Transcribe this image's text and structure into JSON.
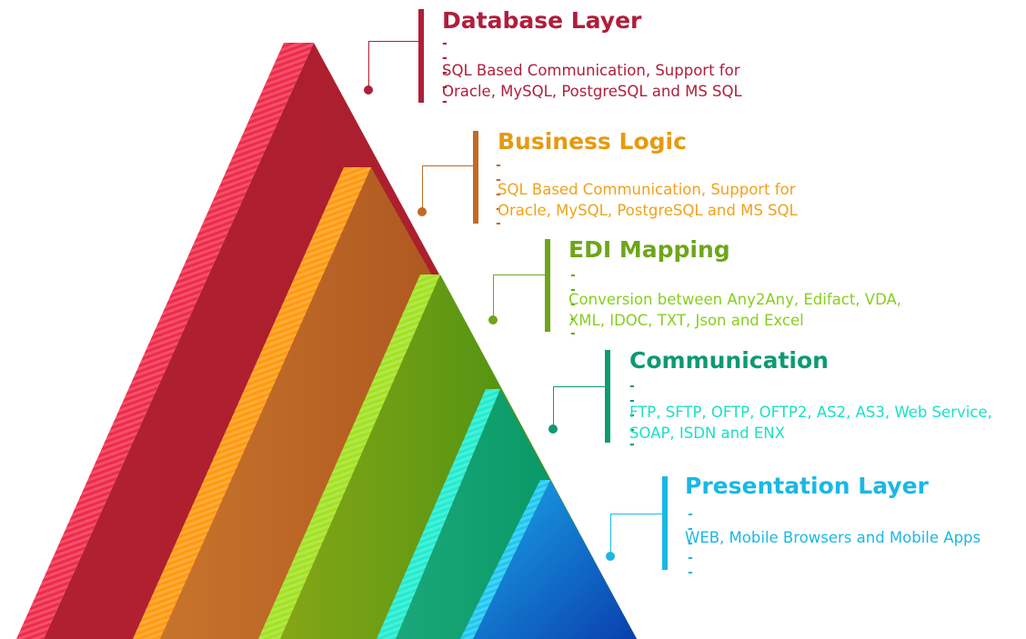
{
  "layers": [
    {
      "key": "database",
      "title": "Database Layer",
      "divider": "-----",
      "line1": "SQL Based Communication, Support for",
      "line2": "Oracle, MySQL, PostgreSQL and MS SQL",
      "title_color": "#b01e3a",
      "text_color": "#b01e3a",
      "bar_color": "#b01e3a"
    },
    {
      "key": "business",
      "title": "Business Logic",
      "divider": "-----",
      "line1": "SQL Based Communication, Support for",
      "line2": "Oracle, MySQL, PostgreSQL and MS SQL",
      "title_color": "#e69a10",
      "text_color": "#f0a21a",
      "bar_color": "#c26a24"
    },
    {
      "key": "edi",
      "title": "EDI Mapping",
      "divider": "-----",
      "line1": "Conversion between Any2Any, Edifact, VDA,",
      "line2": "XML, IDOC, TXT, Json and Excel",
      "title_color": "#6ea51a",
      "text_color": "#86cf1c",
      "bar_color": "#6ea51a"
    },
    {
      "key": "communication",
      "title": "Communication",
      "divider": "-----",
      "line1": "FTP, SFTP, OFTP, OFTP2, AS2, AS3, Web Service,",
      "line2": "SOAP, ISDN and ENX",
      "title_color": "#0d9a72",
      "text_color": "#19e1c4",
      "bar_color": "#0d9a72"
    },
    {
      "key": "presentation",
      "title": "Presentation Layer",
      "divider": "-----",
      "line1": "WEB, Mobile Browsers and Mobile Apps",
      "line2": "",
      "title_color": "#1ab8e4",
      "text_color": "#1ab8e4",
      "bar_color": "#1ab8e4"
    }
  ]
}
